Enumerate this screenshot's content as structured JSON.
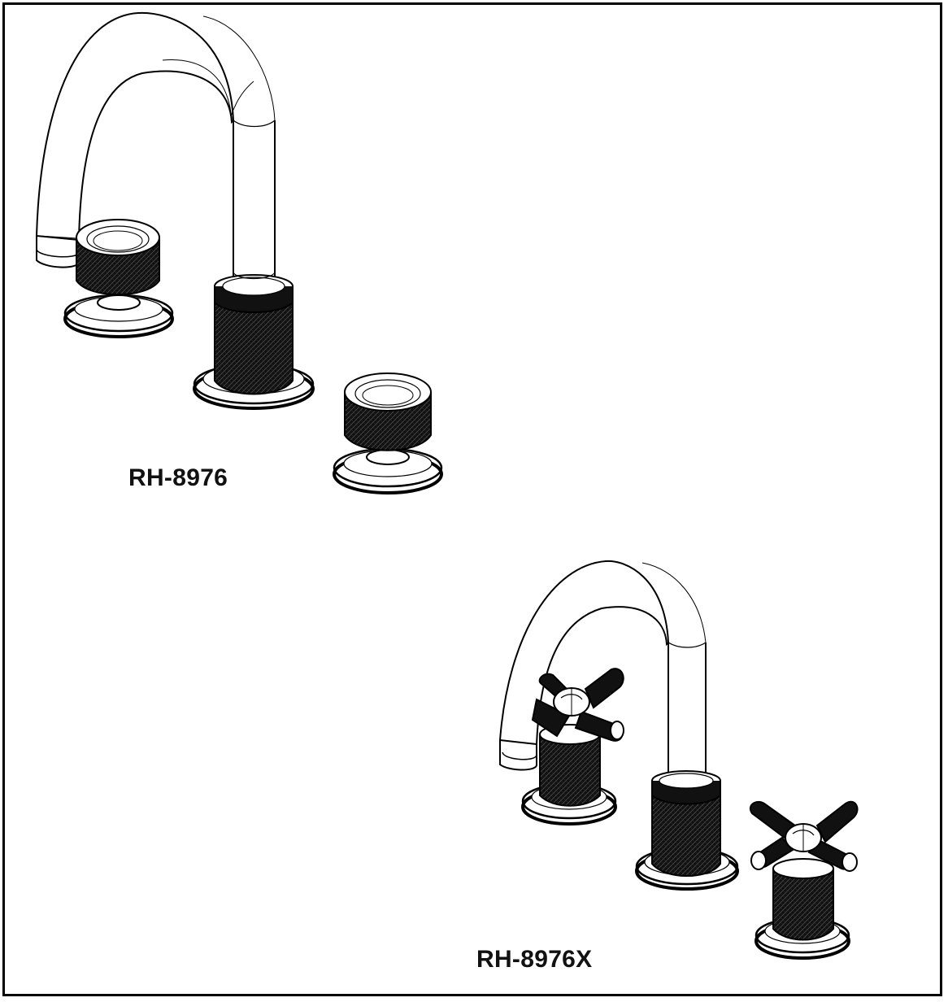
{
  "colors": {
    "ink": "#000000",
    "paper": "#ffffff",
    "knurl": "#111111"
  },
  "products": [
    {
      "model": "RH-8976",
      "handle_type": "knurled round knob"
    },
    {
      "model": "RH-8976X",
      "handle_type": "cross handle"
    }
  ]
}
